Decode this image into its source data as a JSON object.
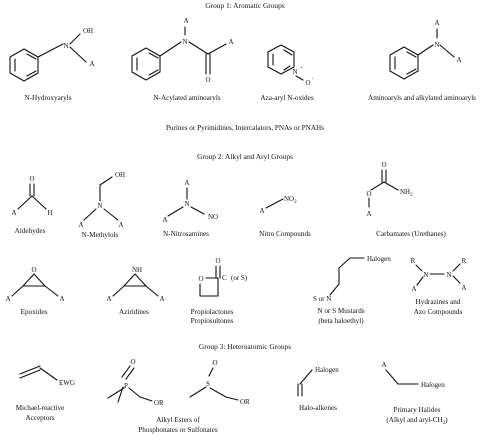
{
  "groups": {
    "g1": "Group 1: Aromatic Groups",
    "g2": "Group 2: Alkyl and Aryl Groups",
    "g3": "Group 3: Heteroatomic Groups"
  },
  "notes": {
    "purines": "Purines or Pyrimidines, Intercalators, PNAs or PNAHs"
  },
  "labels": {
    "hydroxyaryls": "N-Hydroxyaryls",
    "acylated": "N-Acylated aminoaryls",
    "azaaryl": "Aza-aryl N-oxides",
    "aminoaryls": "Aminoaryls and alkylated aminoaryls",
    "aldehydes": "Aldehydes",
    "methylols": "N-Methylols",
    "nitrosamines": "N-Nitrosamines",
    "nitro": "Nitro Compounds",
    "carbamates": "Carbamates  (Urethanes)",
    "epoxides": "Epoxides",
    "aziridines": "Aziridines",
    "propiolactones": "Propiolactones",
    "propiosultones": "Propiosultones",
    "mustards_1": "N or S Mustards",
    "mustards_2": "(beta haloethyl)",
    "hydrazines": "Hydrazines and",
    "azo": "Azo Compounds",
    "michael_1": "Michael-reactive",
    "michael_2": "Acceptors",
    "esters_1": "Alkyl Esters of",
    "esters_2": "Phosphonates or Sulfonates",
    "haloalkenes": "Halo-alkenes",
    "halides_1": "Primary Halides",
    "halides_2": "(Alkyl and aryl-CH",
    "halides_sub": "2",
    "halides_3": ")"
  },
  "atoms": {
    "N": "N",
    "OH": "OH",
    "O": "O",
    "A": "A",
    "NO": "NO",
    "NO2": "NO",
    "NO2_sub": "2",
    "NH2": "NH",
    "NH2_sub": "2",
    "NH": "NH",
    "H": "H",
    "C": "C",
    "or_s": "(or S)",
    "R": "R",
    "halogen": "Halogen",
    "s_or_n": "S or N",
    "ewg": "EWG",
    "or": "OR",
    "p": "P",
    "s": "S",
    "n_plus": "N",
    "plus": "+",
    "o_minus": "O",
    "minus": "-"
  }
}
